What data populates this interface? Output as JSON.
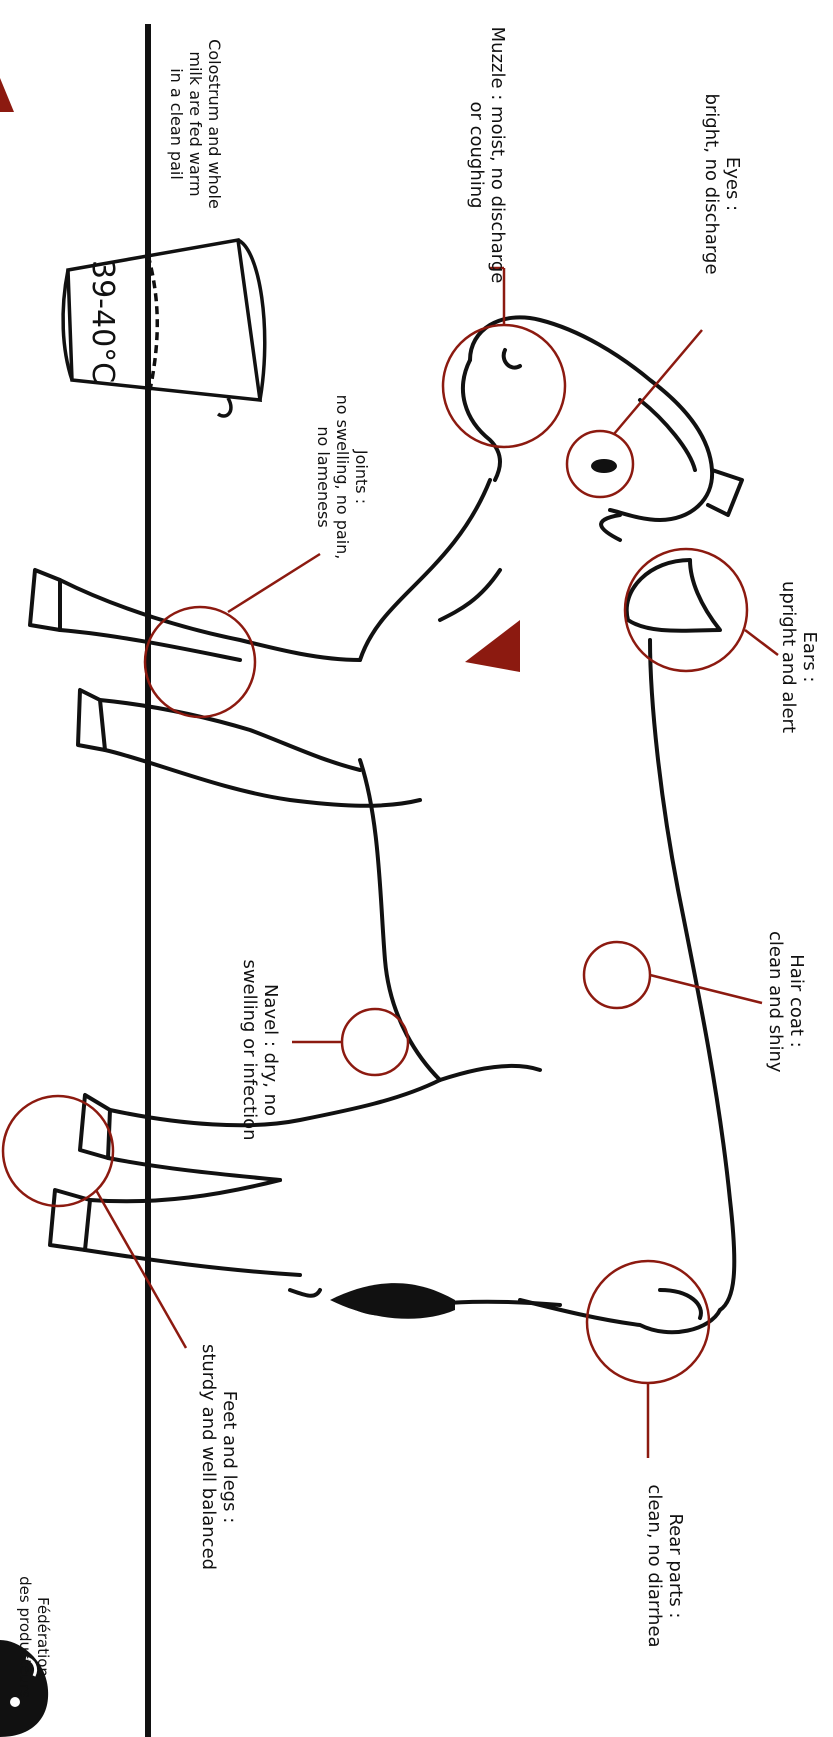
{
  "colors": {
    "accent": "#8c1a10",
    "ink": "#111111",
    "paper": "#ffffff"
  },
  "labels": {
    "eyes": {
      "line1": "Eyes :",
      "line2": "bright, no discharge"
    },
    "muzzle": {
      "line1": "Muzzle : moist, no discharge",
      "line2": "or coughing"
    },
    "colostrum": {
      "line1": "Colostrum and whole",
      "line2": "milk are fed warm",
      "line3": "in a clean pail"
    },
    "ears": {
      "line1": "Ears :",
      "line2": "upright and alert"
    },
    "joints": {
      "line1": "Joints :",
      "line2": "no swelling, no pain,",
      "line3": "no lameness"
    },
    "haircoat": {
      "line1": "Hair coat :",
      "line2": "clean and shiny"
    },
    "navel": {
      "line1": "Navel : dry, no",
      "line2": "swelling or infection"
    },
    "feet": {
      "line1": "Feet and legs :",
      "line2": "sturdy and well balanced"
    },
    "rear": {
      "line1": "Rear parts :",
      "line2": "clean, no diarrhea"
    },
    "logo": {
      "line1": "Fédération",
      "line2": "des producteurs"
    }
  },
  "pail": {
    "temperature": "39-40°C"
  },
  "icons": [
    "warning-triangle-icon",
    "milk-pail-icon",
    "federation-logo-icon"
  ]
}
